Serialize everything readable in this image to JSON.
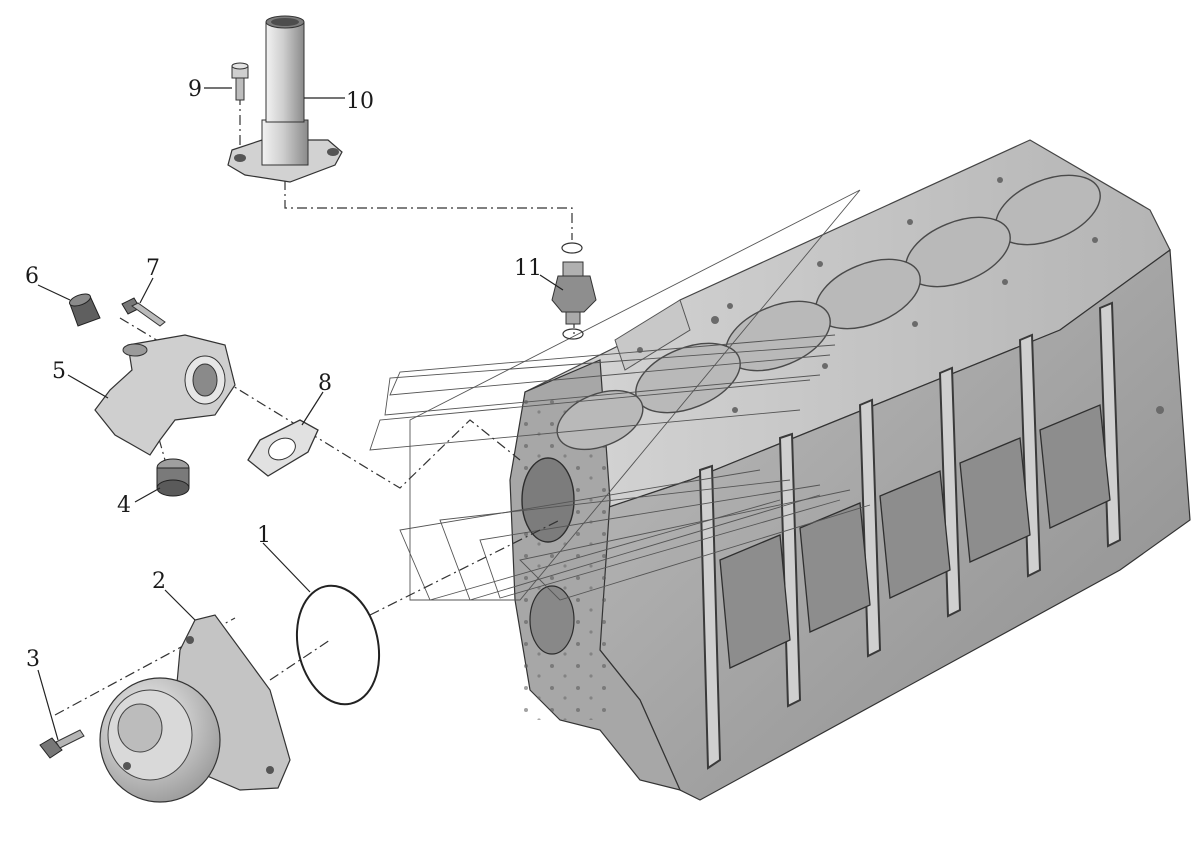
{
  "diagram": {
    "callouts": [
      {
        "id": "1",
        "text": "1"
      },
      {
        "id": "2",
        "text": "2"
      },
      {
        "id": "3",
        "text": "3"
      },
      {
        "id": "4",
        "text": "4"
      },
      {
        "id": "5",
        "text": "5"
      },
      {
        "id": "6",
        "text": "6"
      },
      {
        "id": "7",
        "text": "7"
      },
      {
        "id": "8",
        "text": "8"
      },
      {
        "id": "9",
        "text": "9"
      },
      {
        "id": "10",
        "text": "10"
      },
      {
        "id": "11",
        "text": "11"
      }
    ],
    "colors": {
      "part_light": "#d8d8d8",
      "part_mid": "#a9a9a9",
      "part_dark": "#6e6e6e",
      "outline": "#333333"
    }
  }
}
